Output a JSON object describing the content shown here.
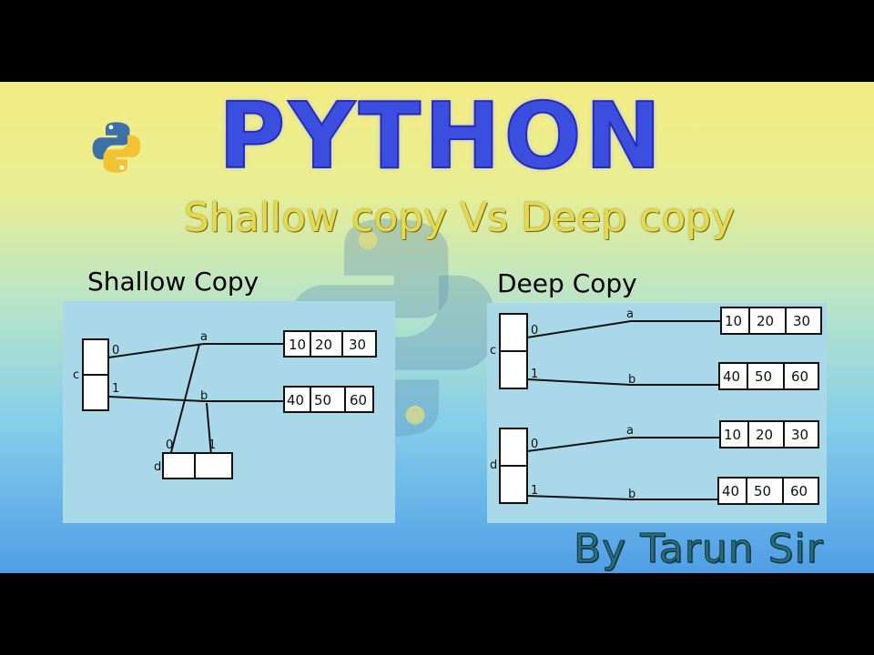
{
  "header": {
    "title": "PYTHON",
    "subtitle": "Shallow copy Vs Deep copy"
  },
  "sections": {
    "shallow_heading": "Shallow Copy",
    "deep_heading": "Deep Copy"
  },
  "shallow": {
    "c_label": "c",
    "d_label": "d",
    "idx0": "0",
    "idx1": "1",
    "d_idx0": "0",
    "d_idx1": "1",
    "a_label": "a",
    "b_label": "b",
    "list_a": [
      "10",
      "20",
      "30"
    ],
    "list_b": [
      "40",
      "50",
      "60"
    ]
  },
  "deep": {
    "c_label": "c",
    "d_label": "d",
    "c_idx0": "0",
    "c_idx1": "1",
    "d_idx0": "0",
    "d_idx1": "1",
    "c_a_label": "a",
    "c_b_label": "b",
    "d_a_label": "a",
    "d_b_label": "b",
    "c_list_a": [
      "10",
      "20",
      "30"
    ],
    "c_list_b": [
      "40",
      "50",
      "60"
    ],
    "d_list_a": [
      "10",
      "20",
      "30"
    ],
    "d_list_b": [
      "40",
      "50",
      "60"
    ]
  },
  "footer": {
    "author": "By Tarun Sir"
  },
  "colors": {
    "title": "#3a4ee0",
    "subtitle": "#e7d94a",
    "panel": "#a9d8e9",
    "author": "#2e6a7a"
  },
  "icons": {
    "logo": "python-logo-icon",
    "watermark": "python-watermark-icon"
  }
}
